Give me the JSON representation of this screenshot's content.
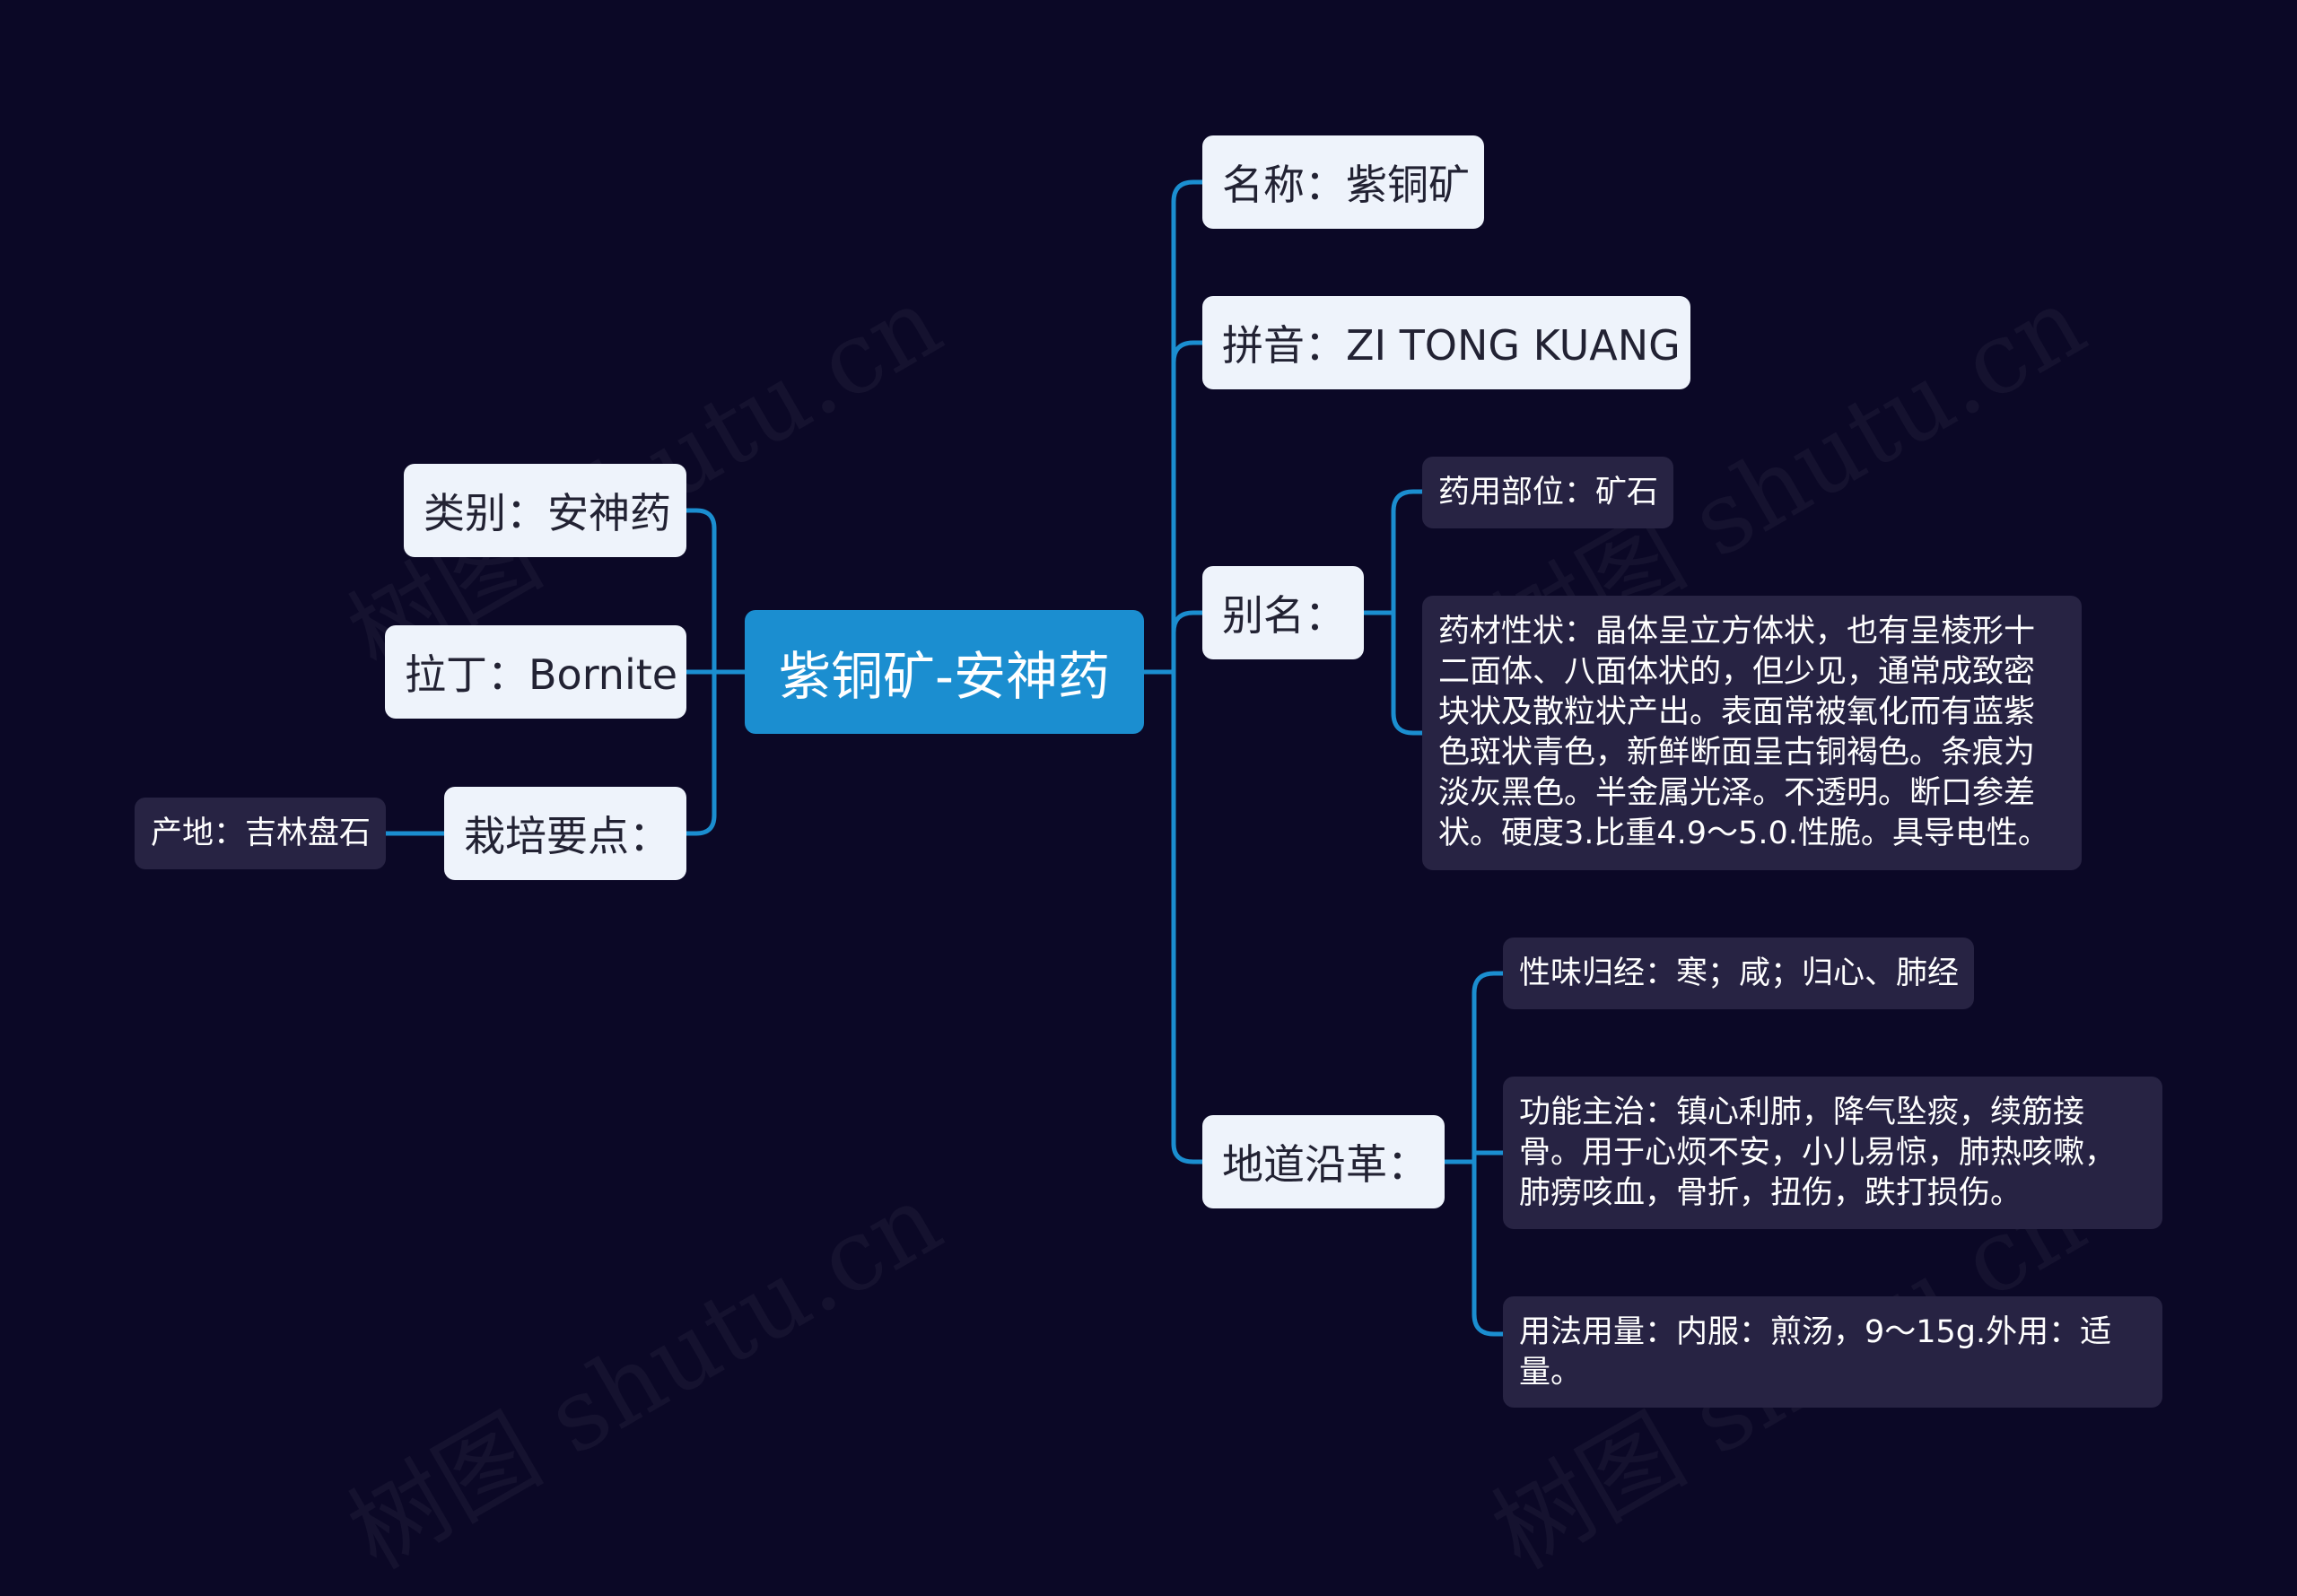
{
  "root": {
    "label": "紫铜矿-安神药"
  },
  "left": {
    "category": "类别：安神药",
    "latin": "拉丁：Bornite",
    "cultivation": "栽培要点：",
    "origin": "产地：吉林盘石"
  },
  "right": {
    "name": "名称：紫铜矿",
    "pinyin": "拼音：ZI TONG KUANG",
    "alias": "别名：",
    "alias_children": {
      "part": "药用部位：矿石",
      "properties": "药材性状：晶体呈立方体状，也有呈棱形十二面体、八面体状的，但少见，通常成致密块状及散粒状产出。表面常被氧化而有蓝紫色斑状青色，新鲜断面呈古铜褐色。条痕为淡灰黑色。半金属光泽。不透明。断口参差状。硬度3.比重4.9～5.0.性脆。具导电性。"
    },
    "region": "地道沿革：",
    "region_children": {
      "taste": "性味归经：寒；咸；归心、肺经",
      "function": "功能主治：镇心利肺，降气坠痰，续筋接骨。用于心烦不安，小儿易惊，肺热咳嗽，肺痨咳血，骨折，扭伤，跌打损伤。",
      "usage": "用法用量：内服：煎汤，9～15g.外用：适量。"
    }
  },
  "watermark": "树图 shutu.cn",
  "colors": {
    "background": "#0b0826",
    "root": "#1b8ed0",
    "link": "#1b8ed0",
    "pill": "#eef3fb",
    "leaf": "#272343"
  }
}
